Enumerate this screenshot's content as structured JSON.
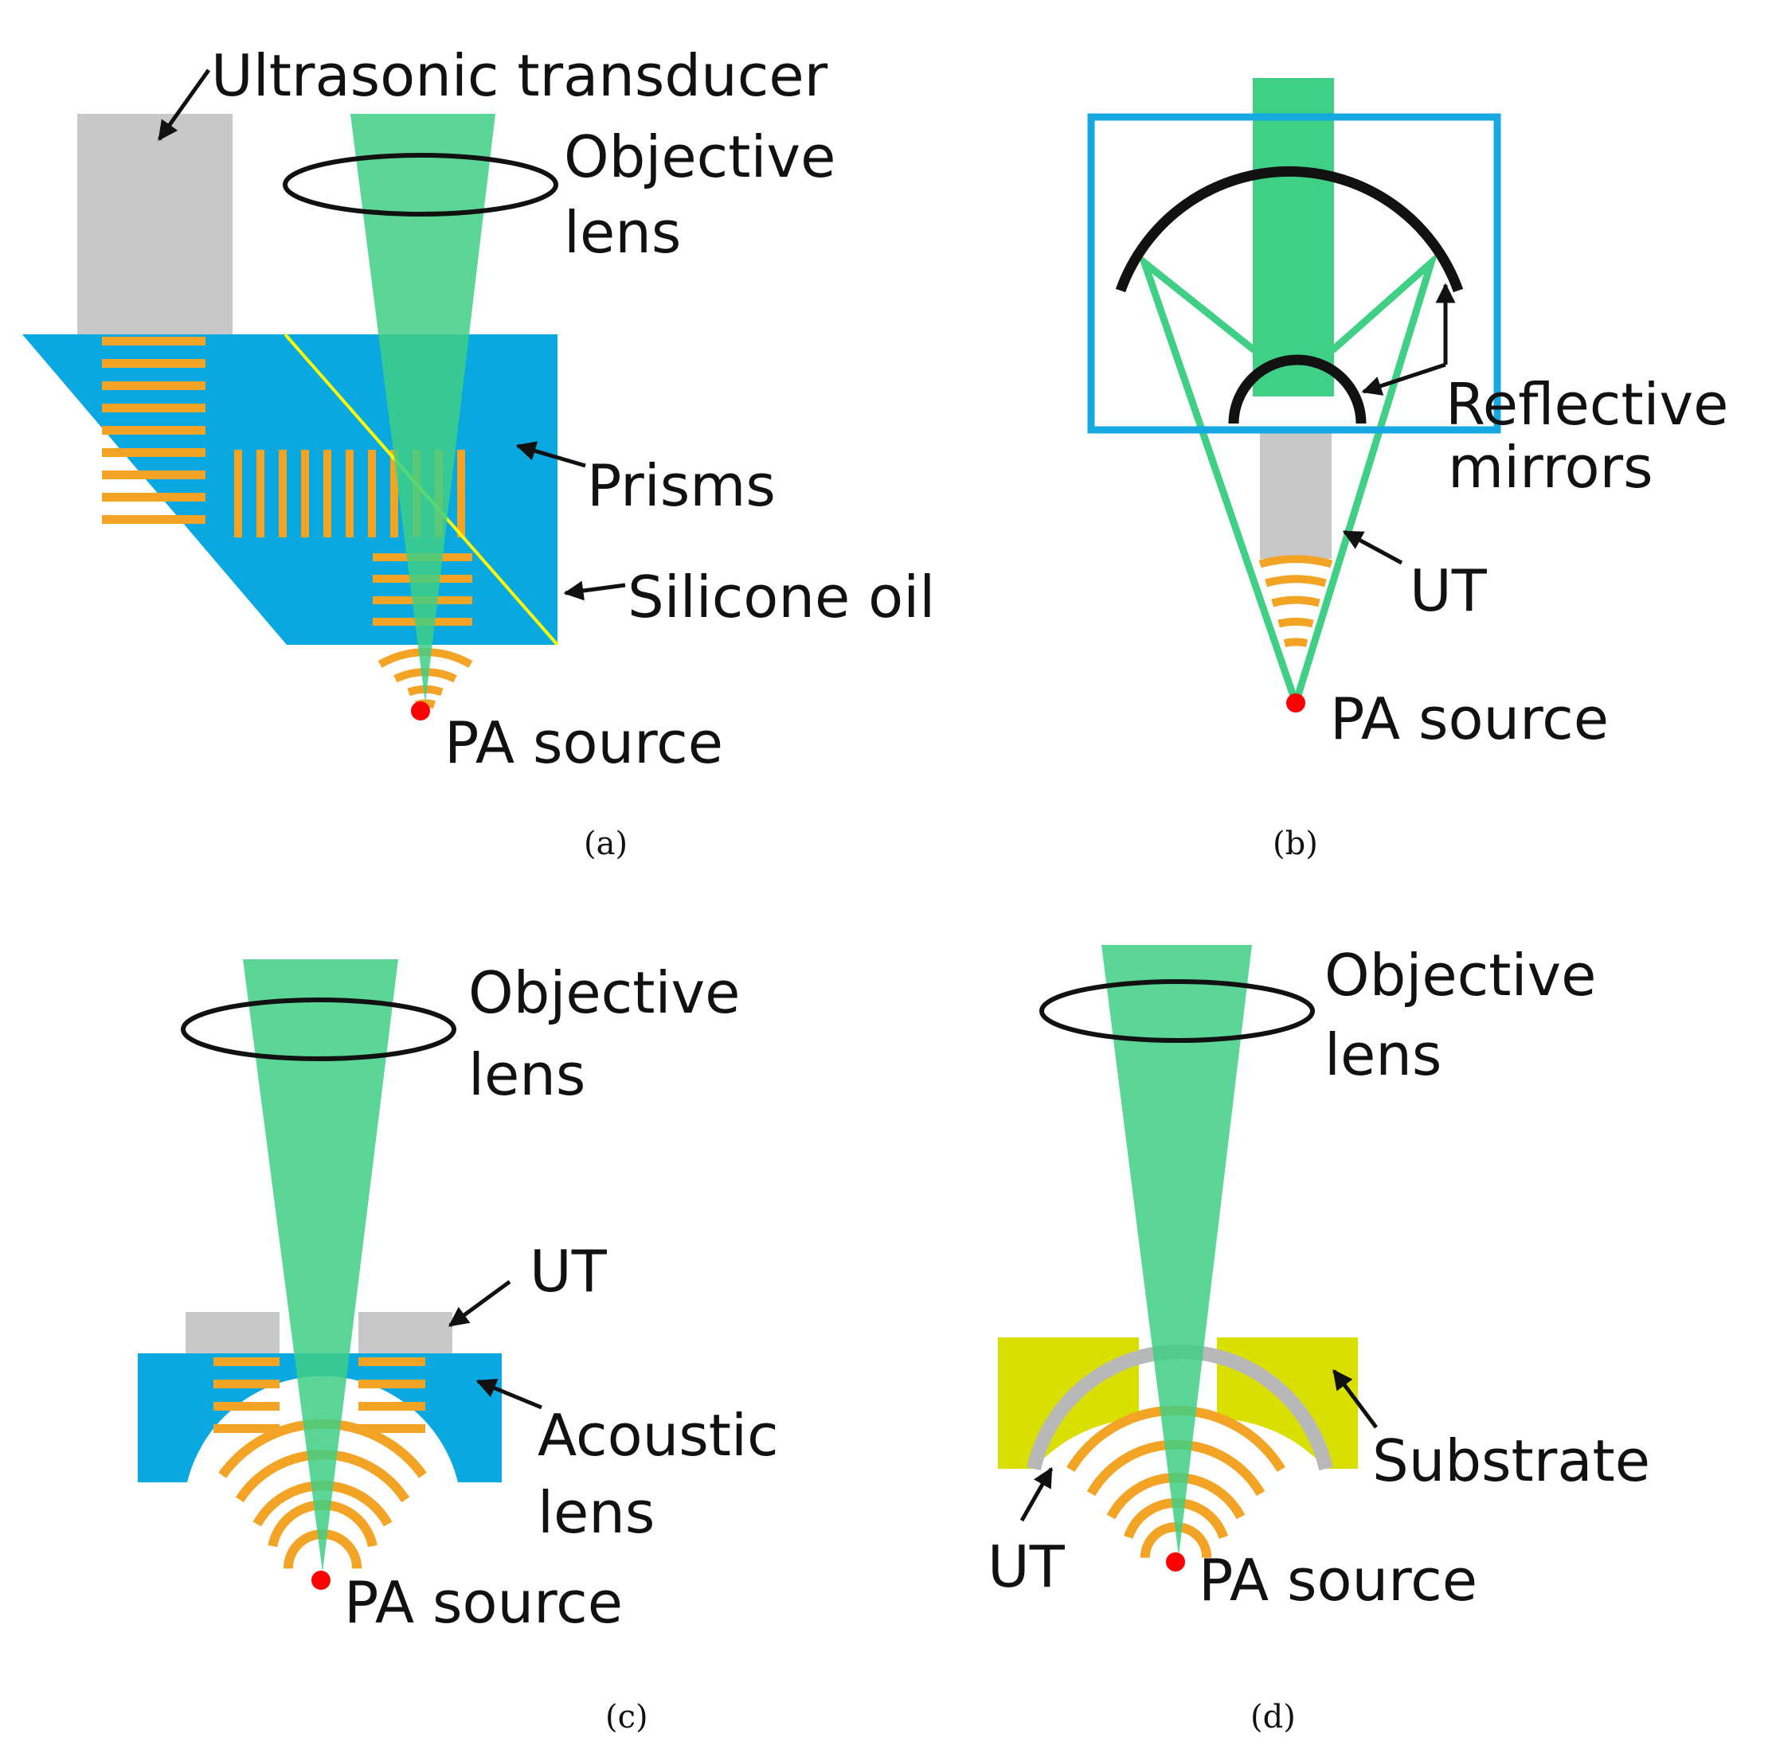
{
  "colors": {
    "beam": "#3fcf85",
    "prism": "#0aa8e0",
    "transducer": "#c8c8c8",
    "wave": "#f4a425",
    "source": "#ff0000",
    "substrate": "#d9e000",
    "frame": "#16a8e0",
    "oil": "#ffff00"
  },
  "panels": {
    "a": {
      "caption": "(a)",
      "labels": {
        "ultrasonic_transducer": "Ultrasonic transducer",
        "objective_line1": "Objective",
        "objective_line2": "lens",
        "prisms": "Prisms",
        "silicone_oil": "Silicone oil",
        "pa_source": "PA source"
      }
    },
    "b": {
      "caption": "(b)",
      "labels": {
        "reflective_line1": "Reflective",
        "reflective_line2": "mirrors",
        "ut": "UT",
        "pa_source": "PA source"
      }
    },
    "c": {
      "caption": "(c)",
      "labels": {
        "objective_line1": "Objective",
        "objective_line2": "lens",
        "ut": "UT",
        "acoustic_line1": "Acoustic",
        "acoustic_line2": "lens",
        "pa_source": "PA source"
      }
    },
    "d": {
      "caption": "(d)",
      "labels": {
        "objective_line1": "Objective",
        "objective_line2": "lens",
        "substrate": "Substrate",
        "ut": "UT",
        "pa_source": "PA source"
      }
    }
  }
}
